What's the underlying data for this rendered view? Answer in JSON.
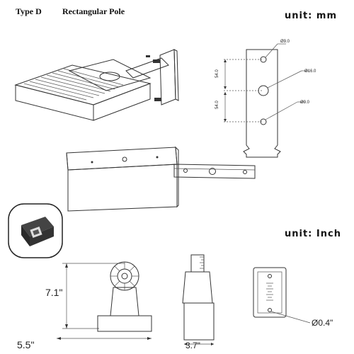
{
  "header": {
    "type_label": "Type D",
    "mount_label": "Rectangular  Pole",
    "unit_mm": "unit: mm",
    "unit_inch": "unit: Inch"
  },
  "plate_mm": {
    "hole_top": "Ø9.0",
    "hole_center": "Ø16.0",
    "hole_bottom": "Ø9.0",
    "spacing_upper": "54.0",
    "spacing_lower": "54.0"
  },
  "inch_dims": {
    "height": "7.1\"",
    "width": "5.5\"",
    "depth": "3.7\"",
    "hole": "Ø0.4\""
  },
  "colors": {
    "line": "#333333",
    "inset_border": "#222222",
    "fixture_dark": "#2a2a2a"
  }
}
